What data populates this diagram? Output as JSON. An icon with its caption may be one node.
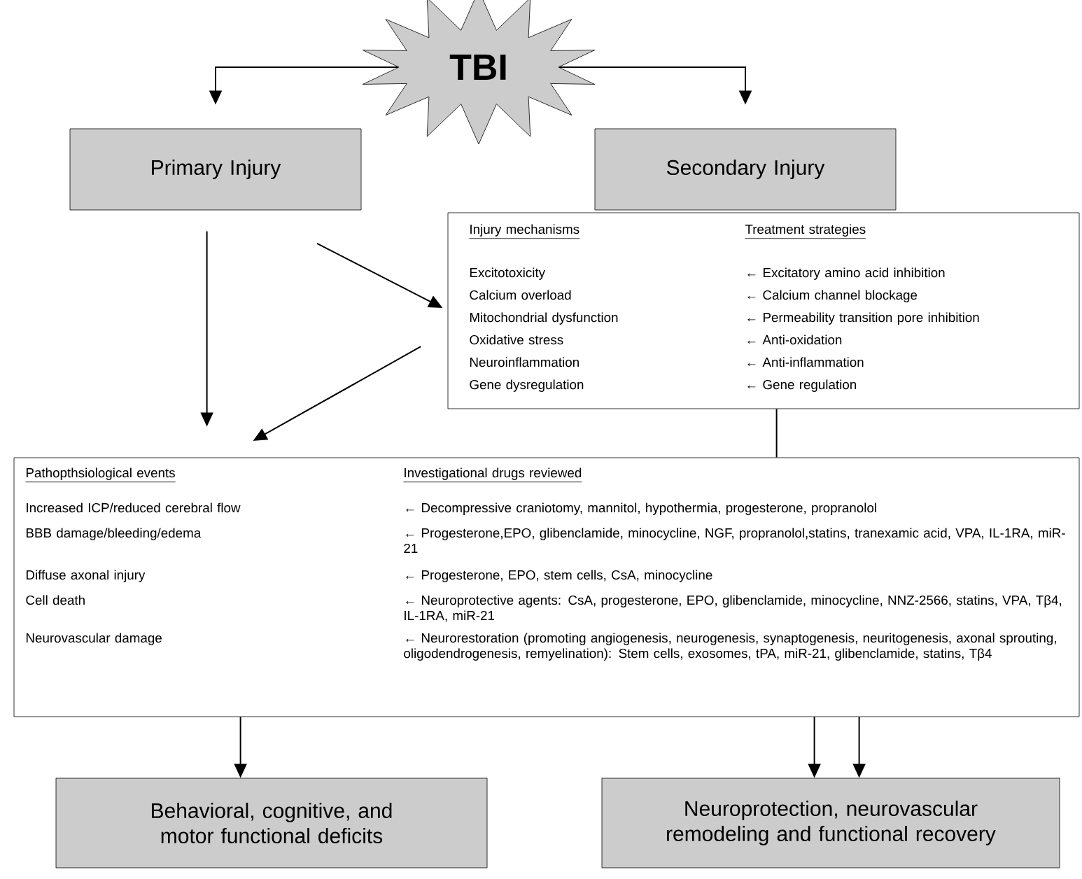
{
  "diagram": {
    "nodes": [
      {
        "text": [
          "TBI"
        ]
      },
      {
        "text": [
          "Primary Injury"
        ]
      },
      {
        "text": [
          "Secondary Injury"
        ]
      },
      {
        "text": [
          "Injury mechanisms",
          "Treatment strategies",
          "Excitotoxicity",
          "← Excitatory amino acid inhibition",
          "Calcium overload",
          "← Calcium channel blockage",
          "Mitochondrial dysfunction",
          "← Permeability transition pore inhibition",
          "Oxidative stress",
          "← Anti-oxidation",
          "Neuroinflammation",
          "← Anti-inflammation",
          "Gene dysregulation",
          "← Gene regulation"
        ]
      },
      {
        "text": [
          "Pathopthsiological events",
          "Investigational drugs reviewed",
          "Increased ICP/reduced cerebral flow",
          "← Decompressive craniotomy, mannitol, hypothermia, progesterone, propranolol",
          "BBB damage/bleeding/edema",
          "← Progesterone,EPO, glibenclamide, minocycline, NGF, propranolol,statins, tranexamic acid, VPA, IL-1RA, miR-21",
          "Diffuse axonal injury",
          "← Progesterone, EPO, stem cells, CsA, minocycline",
          "Cell death",
          "← Neuroprotective agents: CsA, progesterone, EPO, glibenclamide, minocycline, NNZ-2566, statins, VPA, Tβ4, IL-1RA, miR-21",
          "Neurovascular damage",
          "← Neurorestoration (promoting angiogenesis, neurogenesis, synaptogenesis, neuritogenesis, axonal sprouting, oligodendrogenesis, remyelination): Stem cells, exosomes, tPA, miR-21, glibenclamide, statins, Tβ4"
        ]
      },
      {
        "text": [
          "Behavioral, cognitive, and motor functional deficits"
        ]
      },
      {
        "text": [
          "Neuroprotection, neurovascular remodeling and functional recovery"
        ]
      }
    ],
    "edges": [
      {
        "from": 0,
        "to": 1,
        "arrow": "to"
      },
      {
        "from": 0,
        "to": 2,
        "arrow": "to"
      },
      {
        "from": 1,
        "to": 4,
        "arrow": "to"
      },
      {
        "from": 1,
        "to": 3,
        "arrow": "to"
      },
      {
        "from": 3,
        "to": 4,
        "arrow": "to"
      },
      {
        "from": 3,
        "to": 4,
        "arrow": "none"
      },
      {
        "from": 4,
        "to": 5,
        "arrow": "to"
      },
      {
        "from": 4,
        "to": 6,
        "arrow": "to"
      },
      {
        "from": 4,
        "to": 6,
        "arrow": "to"
      }
    ]
  }
}
